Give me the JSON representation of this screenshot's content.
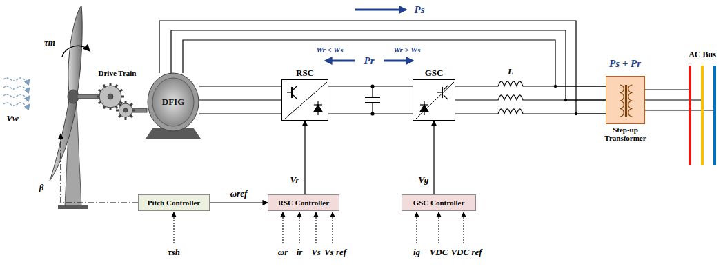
{
  "diagram": {
    "nodes": [
      {
        "text": [
          "DFIG"
        ]
      },
      {
        "text": [
          "RSC"
        ]
      },
      {
        "text": [
          "GSC"
        ]
      },
      {
        "text": [
          "Step-up Transformer"
        ]
      },
      {
        "text": [
          "Pitch Controller"
        ]
      },
      {
        "text": [
          "RSC Controller"
        ]
      },
      {
        "text": [
          "GSC Controller"
        ]
      }
    ],
    "edges": [
      {
        "from": 4,
        "to": 5,
        "arrow": "to",
        "label": "ωref"
      },
      {
        "from": 5,
        "to": 1,
        "arrow": "to",
        "label": "Vr"
      },
      {
        "from": 6,
        "to": 2,
        "arrow": "to",
        "label": "Vg"
      },
      {
        "from": 0,
        "to": 1,
        "arrow": "none"
      },
      {
        "from": 1,
        "to": 2,
        "arrow": "none"
      },
      {
        "from": 2,
        "to": 3,
        "arrow": "none"
      },
      {
        "from": 0,
        "to": 3,
        "arrow": "none"
      }
    ],
    "labels": [
      "τm",
      "Vw",
      "β",
      "Drive Train",
      "Ps",
      "Wr < Ws",
      "Pr",
      "Wr > Ws",
      "L",
      "Ps + Pr",
      "AC Bus",
      "τsh",
      "ωr",
      "ir",
      "Vs",
      "Vs ref",
      "ig",
      "VDC",
      "VDC ref"
    ]
  }
}
